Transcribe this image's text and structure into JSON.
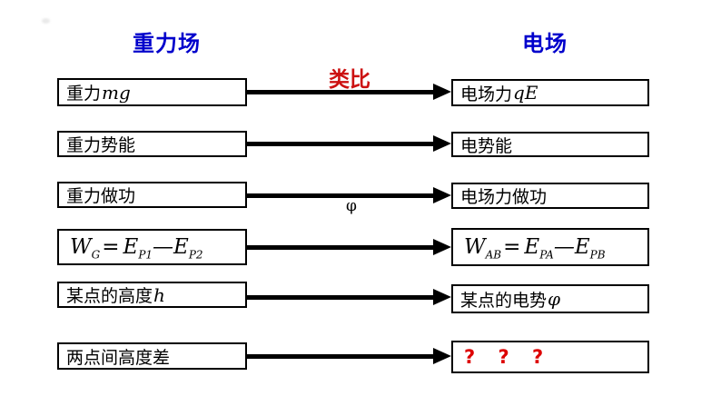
{
  "titles": {
    "left": "重力场",
    "right": "电场",
    "analogy": "类比"
  },
  "colors": {
    "title_blue": "#0000cc",
    "analogy_red": "#cc1111",
    "question_red": "#dd0000",
    "diagram_black": "#000000",
    "background": "#ffffff"
  },
  "rows": [
    {
      "left": {
        "text": "重力",
        "math": "mg"
      },
      "right": {
        "text": "电场力",
        "math": "qE"
      }
    },
    {
      "left": {
        "text": "重力势能",
        "math": ""
      },
      "right": {
        "text": "电势能",
        "math": ""
      }
    },
    {
      "left": {
        "text": "重力做功",
        "math": ""
      },
      "right": {
        "text": "电场力做功",
        "math": ""
      },
      "arrow_label": "φ"
    },
    {
      "left": {
        "formula": [
          {
            "base": "W",
            "sub": "G"
          },
          {
            "base": "=",
            "sub": ""
          },
          {
            "base": "E",
            "sub": "P1"
          },
          {
            "base": "—",
            "sub": ""
          },
          {
            "base": "E",
            "sub": "P2"
          }
        ]
      },
      "right": {
        "formula": [
          {
            "base": "W",
            "sub": "AB"
          },
          {
            "base": "=",
            "sub": ""
          },
          {
            "base": "E",
            "sub": "PA"
          },
          {
            "base": "—",
            "sub": ""
          },
          {
            "base": "E",
            "sub": "PB"
          }
        ]
      }
    },
    {
      "left": {
        "text": "某点的高度",
        "math": "h"
      },
      "right": {
        "text": "某点的电势 ",
        "math": "φ"
      }
    },
    {
      "left": {
        "text": "两点间高度差",
        "math": ""
      },
      "right": {
        "text": "? ? ?",
        "math": ""
      }
    }
  ]
}
